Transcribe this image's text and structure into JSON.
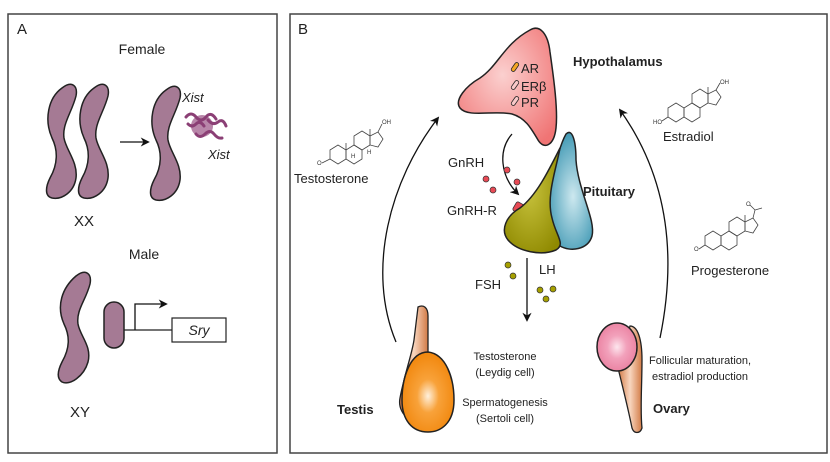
{
  "panel_a": {
    "label": "A",
    "female": {
      "title": "Female",
      "karyotype": "XX",
      "xist_label_top": "Xist",
      "xist_label_bottom": "Xist"
    },
    "male": {
      "title": "Male",
      "karyotype": "XY",
      "gene": "Sry"
    }
  },
  "panel_b": {
    "label": "B",
    "hypothalamus": {
      "name": "Hypothalamus",
      "receptors": [
        "AR",
        "ERβ",
        "PR"
      ]
    },
    "pituitary": {
      "name": "Pituitary"
    },
    "signals": {
      "gnrh": "GnRH",
      "gnrh_r": "GnRH-R",
      "fsh": "FSH",
      "lh": "LH"
    },
    "hormones": {
      "testosterone": "Testosterone",
      "estradiol": "Estradiol",
      "progesterone": "Progesterone",
      "chem_oh": "OH",
      "chem_ho": "HO",
      "chem_o": "O",
      "chem_h": "H"
    },
    "testis": {
      "name": "Testis",
      "function_1_line1": "Testosterone",
      "function_1_line2": "(Leydig cell)",
      "function_2_line1": "Spermatogenesis",
      "function_2_line2": "(Sertoli cell)"
    },
    "ovary": {
      "name": "Ovary",
      "function_line1": "Follicular maturation,",
      "function_line2": "estradiol production"
    }
  },
  "colors": {
    "chromosome": "#a57a94",
    "xist": "#8b3f75",
    "hypothalamus": "#f27f7f",
    "pituitary_anterior": "#a6a000",
    "pituitary_posterior": "#2a8fae",
    "gnrh_dot": "#e84a55",
    "gonadotropin_dot": "#a6a000",
    "testis": "#f68a0f",
    "duct": "#d98a55",
    "ovary": "#ee86a6"
  }
}
